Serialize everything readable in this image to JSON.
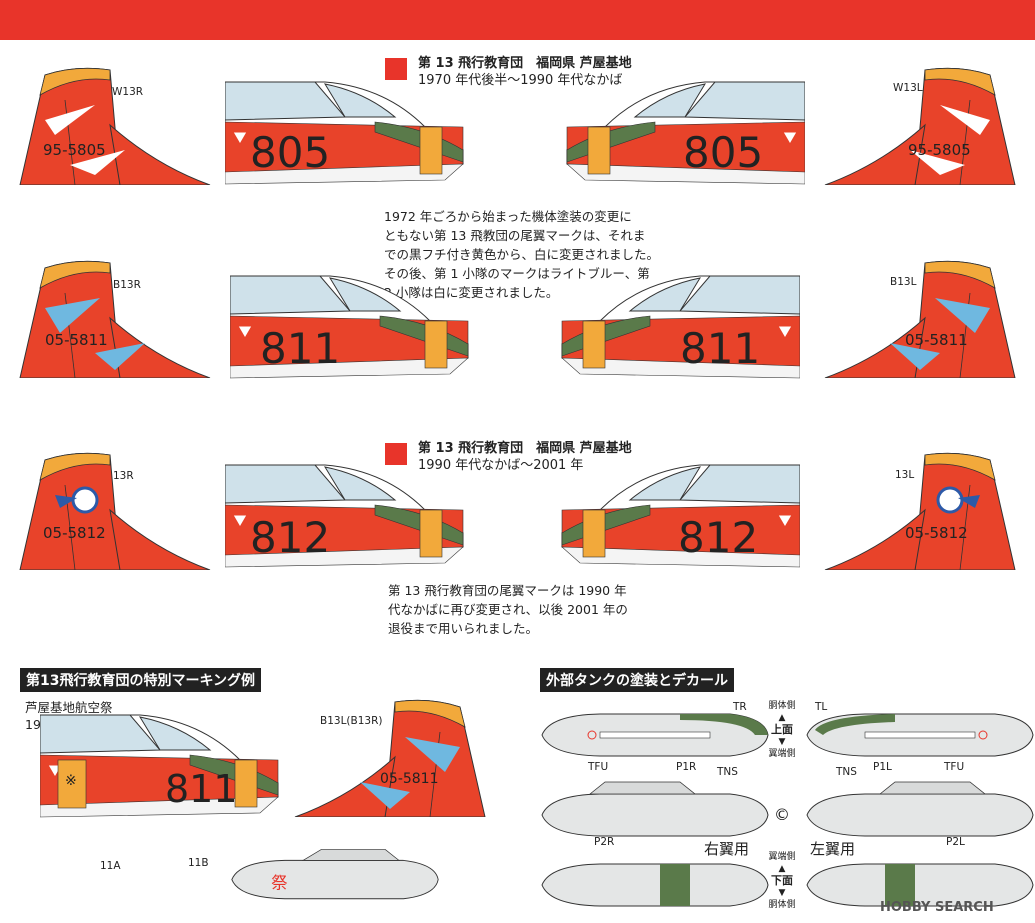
{
  "section1": {
    "header_title": "第 13 飛行教育団　福岡県 芦屋基地",
    "header_period": "1970 年代後半～1990 年代なかば",
    "tails": [
      {
        "code": "W13R",
        "serial": "95-5805"
      },
      {
        "code": "W13L",
        "serial": "95-5805"
      },
      {
        "code": "B13R",
        "serial": "05-5811"
      },
      {
        "code": "B13L",
        "serial": "05-5811"
      }
    ],
    "noses": [
      "805",
      "805",
      "811",
      "811"
    ],
    "paragraph": [
      "1972 年ごろから始まった機体塗装の変更に",
      "ともない第 13 飛教団の尾翼マークは、それま",
      "での黒フチ付き黄色から、白に変更されました。",
      "その後、第 1 小隊のマークはライトブルー、第",
      "2 小隊は白に変更されました。"
    ]
  },
  "section2": {
    "header_title": "第 13 飛行教育団　福岡県 芦屋基地",
    "header_period": "1990 年代なかば～2001 年",
    "tails": [
      {
        "code": "13R",
        "serial": "05-5812"
      },
      {
        "code": "13L",
        "serial": "05-5812"
      }
    ],
    "noses": [
      "812",
      "812"
    ],
    "paragraph": [
      "第 13 飛行教育団の尾翼マークは 1990 年",
      "代なかばに再び変更され、以後 2001 年の",
      "退役まで用いられました。"
    ]
  },
  "special": {
    "title": "第13飛行教育団の特別マーキング例",
    "event": [
      "芦屋基地航空祭",
      "1992年10月"
    ],
    "nose": "811",
    "tail_code": "B13L(B13R)",
    "tail_serial": "05-5811",
    "label_11a": "11A",
    "label_11b": "11B"
  },
  "tanks": {
    "title": "外部タンクの塗装とデカール",
    "labels": {
      "tr": "TR",
      "tl": "TL",
      "tfu_r": "TFU",
      "tfu_l": "TFU",
      "tns_r": "TNS",
      "tns_l": "TNS",
      "p1r": "P1R",
      "p1l": "P1L",
      "p2r": "P2R",
      "p2l": "P2L",
      "right_wing": "右翼用",
      "left_wing": "左翼用",
      "fuselage_side": "胴体側",
      "top": "上面",
      "wingtip_side": "翼端側",
      "wingtip_side2": "翼端側",
      "bottom": "下面",
      "fuselage_side2": "胴体側",
      "copyright": "©"
    }
  },
  "watermark": "HOBBY SEARCH",
  "colors": {
    "red": "#e8342a",
    "orange": "#e8432a",
    "yellow": "#f2a93b",
    "green": "#5a7a4a",
    "lightblue": "#6fb8e0"
  }
}
